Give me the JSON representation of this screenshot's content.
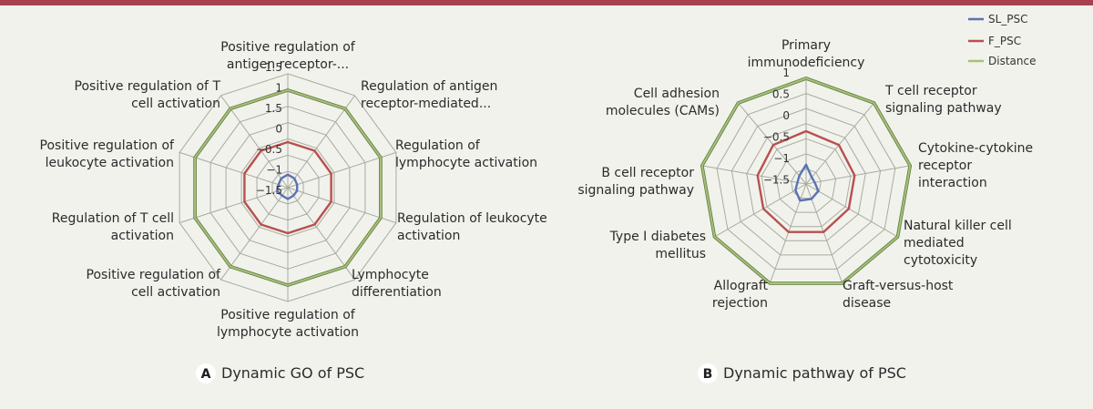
{
  "chart_data": [
    {
      "type": "radar",
      "panel_letter": "A",
      "caption": "Dynamic GO of PSC",
      "ticks": [
        "1.5",
        "1",
        "1.5",
        "0",
        "−0.5",
        "−1",
        "−1.5"
      ],
      "rlim": [
        -2,
        1.5
      ],
      "grid": true,
      "axes": [
        {
          "lines": [
            "Positive regulation of",
            "antigen receptor-..."
          ]
        },
        {
          "lines": [
            "Regulation of antigen",
            "receptor-mediated..."
          ]
        },
        {
          "lines": [
            "Regulation of",
            "lymphocyte activation"
          ]
        },
        {
          "lines": [
            "Regulation of leukocyte",
            "activation"
          ]
        },
        {
          "lines": [
            "Lymphocyte",
            "differentiation"
          ]
        },
        {
          "lines": [
            "Positive regulation of",
            "lymphocyte activation"
          ]
        },
        {
          "lines": [
            "Positive regulation of",
            "cell activation"
          ]
        },
        {
          "lines": [
            "Regulation of T cell",
            "activation"
          ]
        },
        {
          "lines": [
            "Positive regulation of",
            "leukocyte activation"
          ]
        },
        {
          "lines": [
            "Positive regulation of T",
            "cell activation"
          ]
        }
      ],
      "series": [
        {
          "name": "SL_PSC",
          "color": "#5a72b5",
          "values": [
            -1.6,
            -1.65,
            -1.7,
            -1.7,
            -1.7,
            -1.65,
            -1.7,
            -1.65,
            -1.7,
            -1.65
          ]
        },
        {
          "name": "F_PSC",
          "color": "#b8504f",
          "values": [
            -0.6,
            -0.6,
            -0.6,
            -0.6,
            -0.6,
            -0.6,
            -0.6,
            -0.6,
            -0.6,
            -0.6
          ]
        },
        {
          "name": "Distance",
          "color": "#a7c07c",
          "values": [
            1.0,
            1.0,
            1.0,
            1.0,
            1.0,
            1.0,
            1.0,
            1.0,
            1.0,
            1.0
          ]
        }
      ]
    },
    {
      "type": "radar",
      "panel_letter": "B",
      "caption": "Dynamic pathway of PSC",
      "ticks": [
        "1",
        "0.5",
        "0",
        "−0.5",
        "−1",
        "−1.5"
      ],
      "rlim": [
        -2,
        1
      ],
      "grid": true,
      "axes": [
        {
          "lines": [
            "Primary",
            "immunodeficiency"
          ]
        },
        {
          "lines": [
            "T cell receptor",
            "signaling pathway"
          ]
        },
        {
          "lines": [
            "Cytokine-cytokine",
            "receptor",
            "interaction"
          ]
        },
        {
          "lines": [
            "Natural killer cell",
            "mediated",
            "cytotoxicity"
          ]
        },
        {
          "lines": [
            "Graft-versus-host",
            "disease"
          ]
        },
        {
          "lines": [
            "Allograft",
            "rejection"
          ]
        },
        {
          "lines": [
            "Type I diabetes",
            "mellitus"
          ]
        },
        {
          "lines": [
            "B cell receptor",
            "signaling pathway"
          ]
        },
        {
          "lines": [
            "Cell adhesion",
            "molecules (CAMs)"
          ]
        }
      ],
      "series": [
        {
          "name": "SL_PSC",
          "color": "#5a72b5",
          "values": [
            -1.45,
            -1.75,
            -1.75,
            -1.6,
            -1.55,
            -1.5,
            -1.65,
            -1.75,
            -1.7
          ]
        },
        {
          "name": "F_PSC",
          "color": "#b8504f",
          "values": [
            -0.5,
            -0.55,
            -0.6,
            -0.6,
            -0.55,
            -0.55,
            -0.6,
            -0.6,
            -0.55
          ]
        },
        {
          "name": "Distance",
          "color": "#a7c07c",
          "values": [
            1.0,
            1.0,
            1.0,
            1.0,
            1.0,
            1.0,
            1.0,
            1.0,
            1.0
          ]
        }
      ]
    }
  ],
  "legend": {
    "placement": "top-right",
    "items": [
      {
        "name": "SL_PSC",
        "color": "#5a72b5"
      },
      {
        "name": "F_PSC",
        "color": "#b8504f"
      },
      {
        "name": "Distance",
        "color": "#a7c07c"
      }
    ]
  },
  "colors": {
    "top_bar": "#a8414c",
    "background": "#f1f2ec",
    "grid": "#a9ab9f",
    "caption_badge": "#ffffff"
  }
}
